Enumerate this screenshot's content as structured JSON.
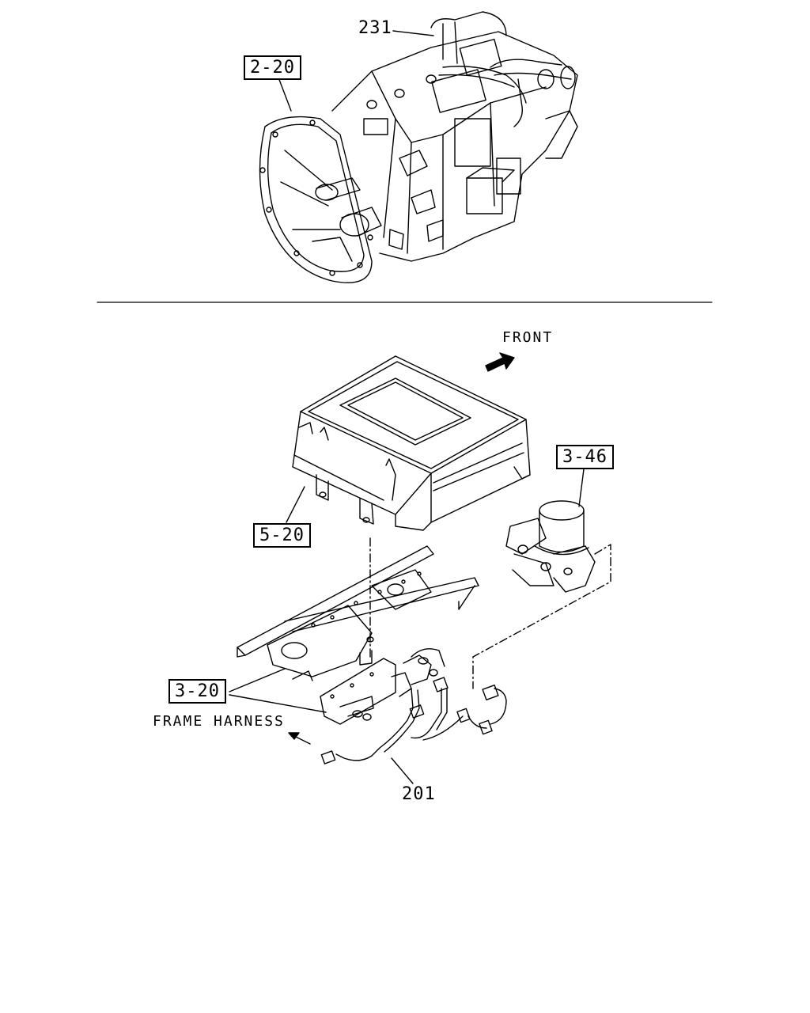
{
  "callouts": {
    "upper_part_number": "231",
    "upper_ref_box": "2-20",
    "ecu_ref_box": "5-20",
    "valve_ref_box": "3-46",
    "bracket_ref_box": "3-20",
    "harness_part_number": "201"
  },
  "annotations": {
    "front_label": "FRONT",
    "frame_harness_label": "FRAME HARNESS"
  },
  "icons": {
    "front_arrow": "arrow-right-icon",
    "harness_arrow": "arrow-left-icon"
  }
}
